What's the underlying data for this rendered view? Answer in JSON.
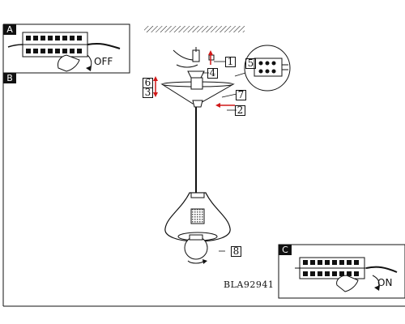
{
  "panels": {
    "a": {
      "label": "A",
      "switch_state": "OFF"
    },
    "b": {
      "label": "B"
    },
    "c": {
      "label": "C",
      "switch_state": "ON"
    }
  },
  "step_numbers": [
    "1",
    "2",
    "3",
    "4",
    "5",
    "6",
    "7",
    "8"
  ],
  "model_code": "BLA92941",
  "colors": {
    "line": "#111111",
    "arrow": "#d01818",
    "fill": "#ffffff"
  }
}
